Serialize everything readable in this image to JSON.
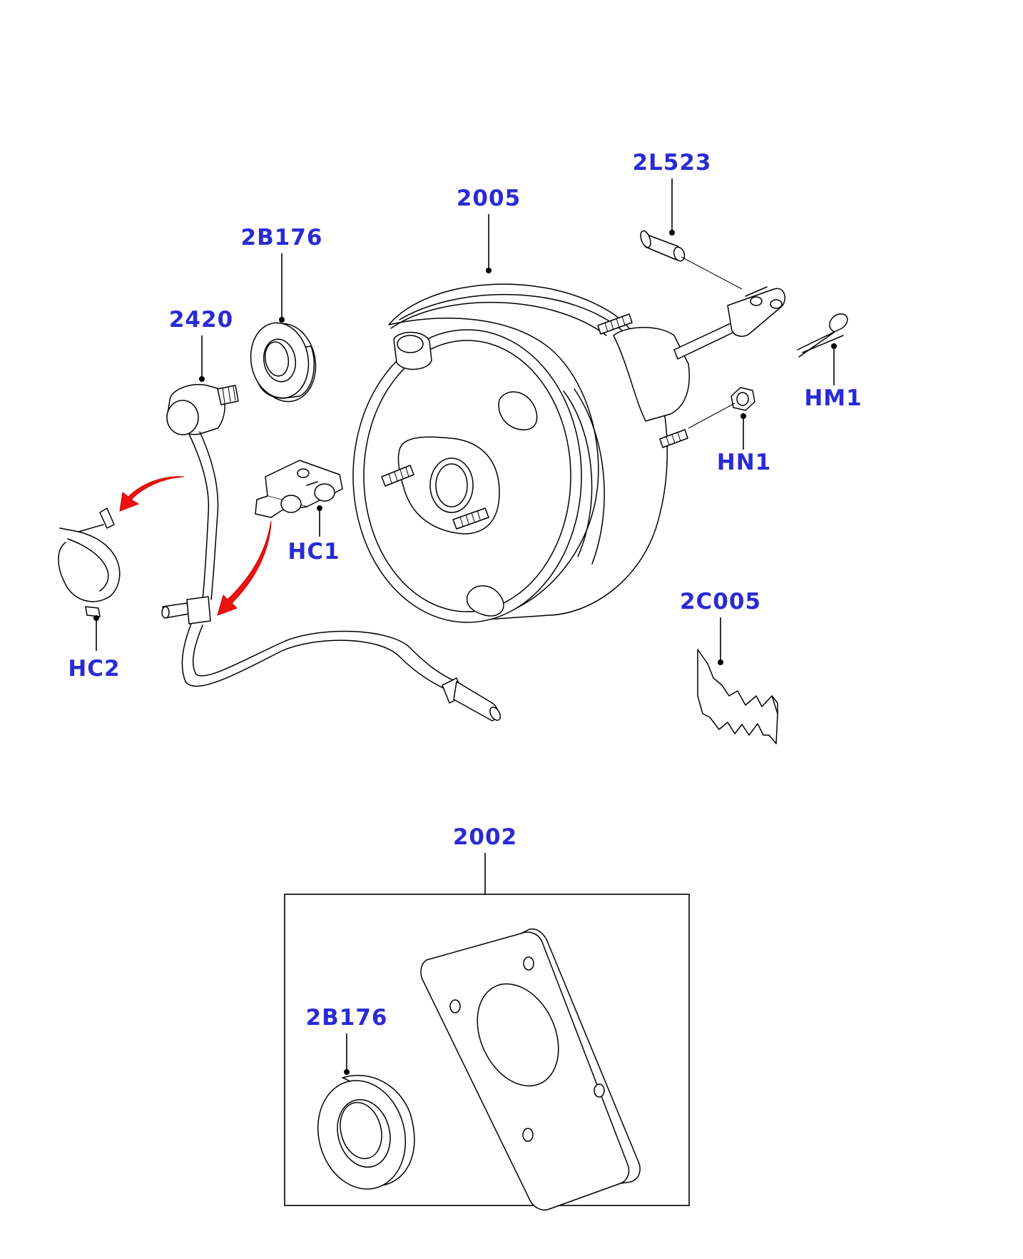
{
  "labels": {
    "l2005": "2005",
    "l2L523": "2L523",
    "l2B176_top": "2B176",
    "l2420": "2420",
    "lHM1": "HM1",
    "lHN1": "HN1",
    "lHC1": "HC1",
    "lHC2": "HC2",
    "l2C005": "2C005",
    "l2002": "2002",
    "l2B176_kit": "2B176"
  },
  "colors": {
    "label": "#2a2ad6",
    "arrow": "#ee1111",
    "line": "#000000",
    "background": "#ffffff"
  }
}
